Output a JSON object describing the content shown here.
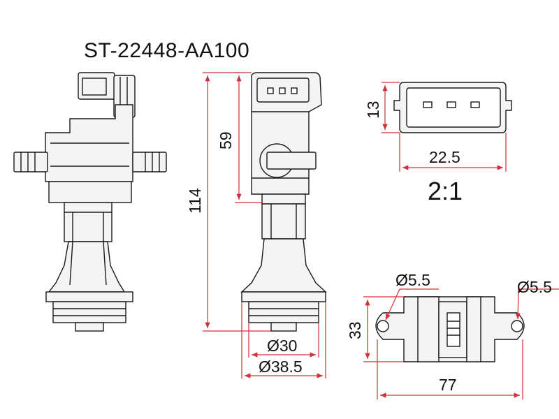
{
  "title": "ST-22448-AA100",
  "scale_label": "2:1",
  "dimensions": {
    "height_total": "114",
    "height_upper": "59",
    "dia_inner": "Ø30",
    "dia_outer": "Ø38.5",
    "connector_height": "13",
    "connector_width": "22.5",
    "hole_left": "Ø5.5",
    "hole_right": "Ø5.5",
    "mount_height": "33",
    "mount_width": "77"
  },
  "colors": {
    "line": "#1a1a1a",
    "dimension": "#d0303a",
    "fill": "#f4f4f4"
  }
}
